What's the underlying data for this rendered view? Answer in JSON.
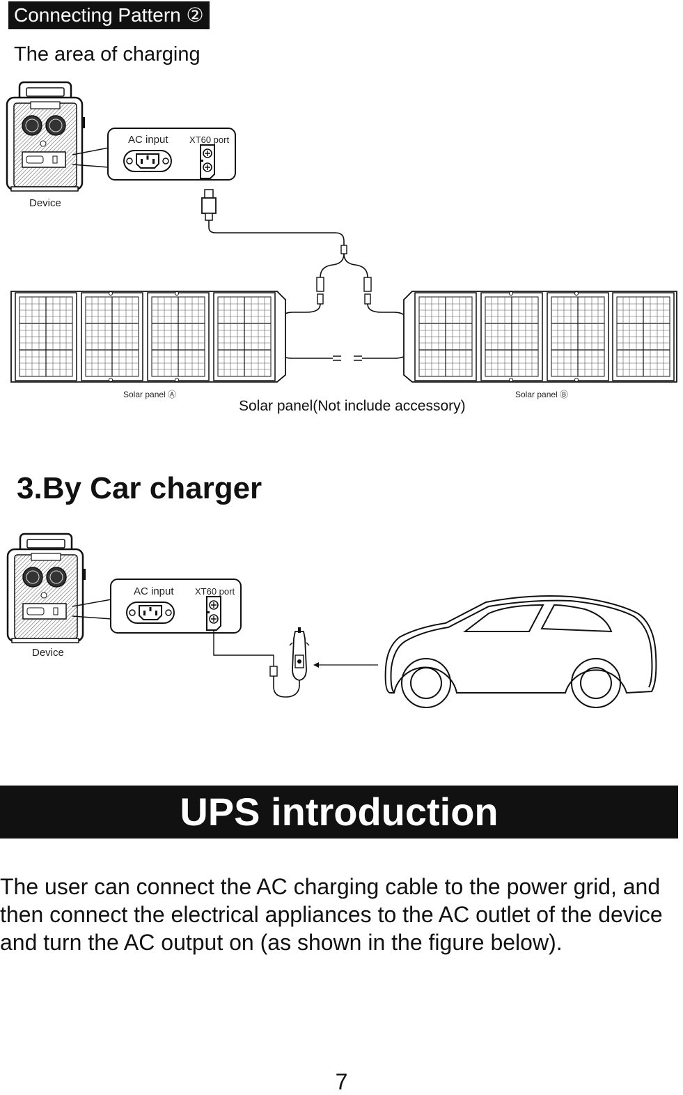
{
  "pattern": {
    "tag": "Connecting Pattern ②",
    "subtitle": "The area of charging"
  },
  "solar_diagram": {
    "device_label": "Device",
    "ac_input_label": "AC input",
    "xt60_label": "XT60 port",
    "panel_a_label": "Solar panel Ⓐ",
    "panel_b_label": "Solar panel Ⓑ",
    "caption": "Solar panel(Not include accessory)"
  },
  "car_section": {
    "heading": "3.By Car charger",
    "device_label": "Device",
    "ac_input_label": "AC input",
    "xt60_label": "XT60 port"
  },
  "ups": {
    "banner": "UPS introduction",
    "body_lines": [
      "The user can connect the AC charging cable to the power grid, and",
      "then connect the electrical appliances to the AC outlet of the device",
      "and turn the AC output on (as shown in the figure below)."
    ]
  },
  "page_number": "7",
  "icons": [
    "power-station-icon",
    "ac-socket-icon",
    "xt60-port-icon",
    "solar-panel-icon",
    "car-charger-plug-icon",
    "car-icon",
    "arrow-left-icon"
  ]
}
